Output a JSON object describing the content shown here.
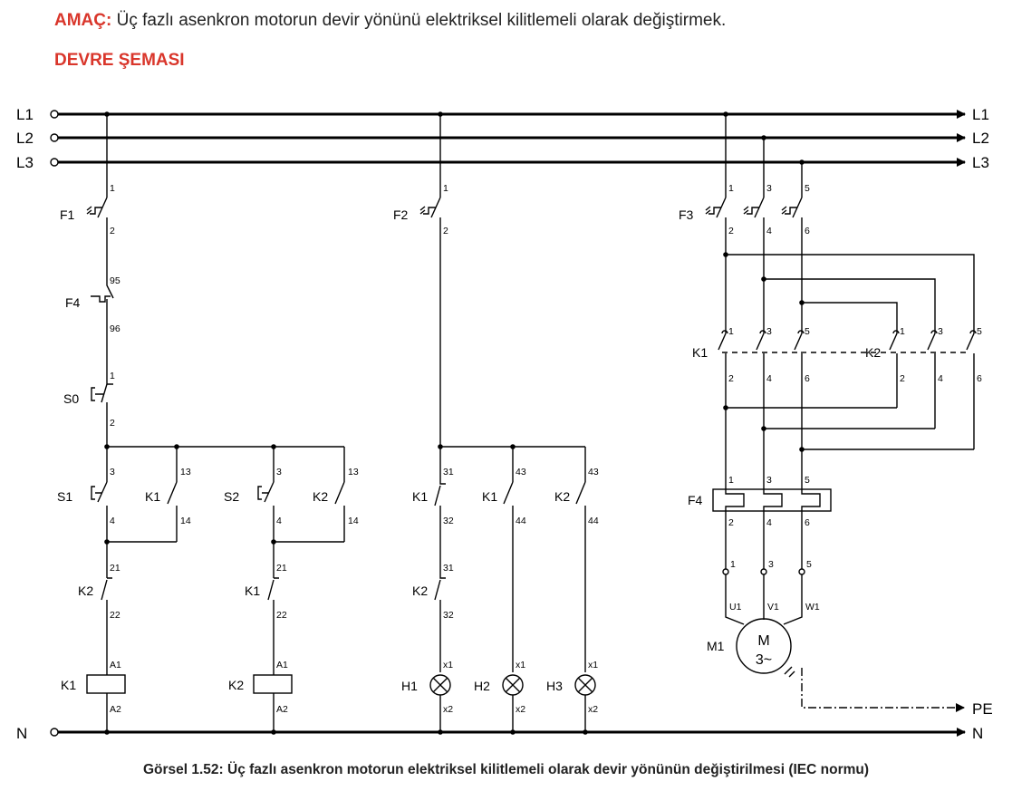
{
  "header": {
    "aim_label": "AMAÇ:",
    "aim_text": "Üç fazlı asenkron motorun devir yönünü elektriksel kilitlemeli olarak değiştirmek.",
    "schema_title": "DEVRE ŞEMASI"
  },
  "bus_labels": {
    "left": [
      "L1",
      "L2",
      "L3"
    ],
    "right": [
      "L1",
      "L2",
      "L3"
    ],
    "neutral_left": "N",
    "neutral_right": "N",
    "pe": "PE"
  },
  "devices": {
    "F1": "F1",
    "F2": "F2",
    "F3": "F3",
    "F4": "F4",
    "S0": "S0",
    "S1": "S1",
    "S2": "S2",
    "K1": "K1",
    "K2": "K2",
    "H1": "H1",
    "H2": "H2",
    "H3": "H3",
    "M1": "M1"
  },
  "terminals": {
    "p1": "1",
    "p2": "2",
    "p3": "3",
    "p4": "4",
    "p5": "5",
    "p6": "6",
    "p13": "13",
    "p14": "14",
    "p21": "21",
    "p22": "22",
    "p31": "31",
    "p32": "32",
    "p43": "43",
    "p44": "44",
    "p95": "95",
    "p96": "96",
    "A1": "A1",
    "A2": "A2",
    "x1": "x1",
    "x2": "x2",
    "U1": "U1",
    "V1": "V1",
    "W1": "W1"
  },
  "motor": {
    "letter": "M",
    "phases": "3~"
  },
  "caption": "Görsel 1.52: Üç fazlı asenkron motorun elektriksel kilitlemeli olarak devir yönünün değiştirilmesi (IEC normu)"
}
